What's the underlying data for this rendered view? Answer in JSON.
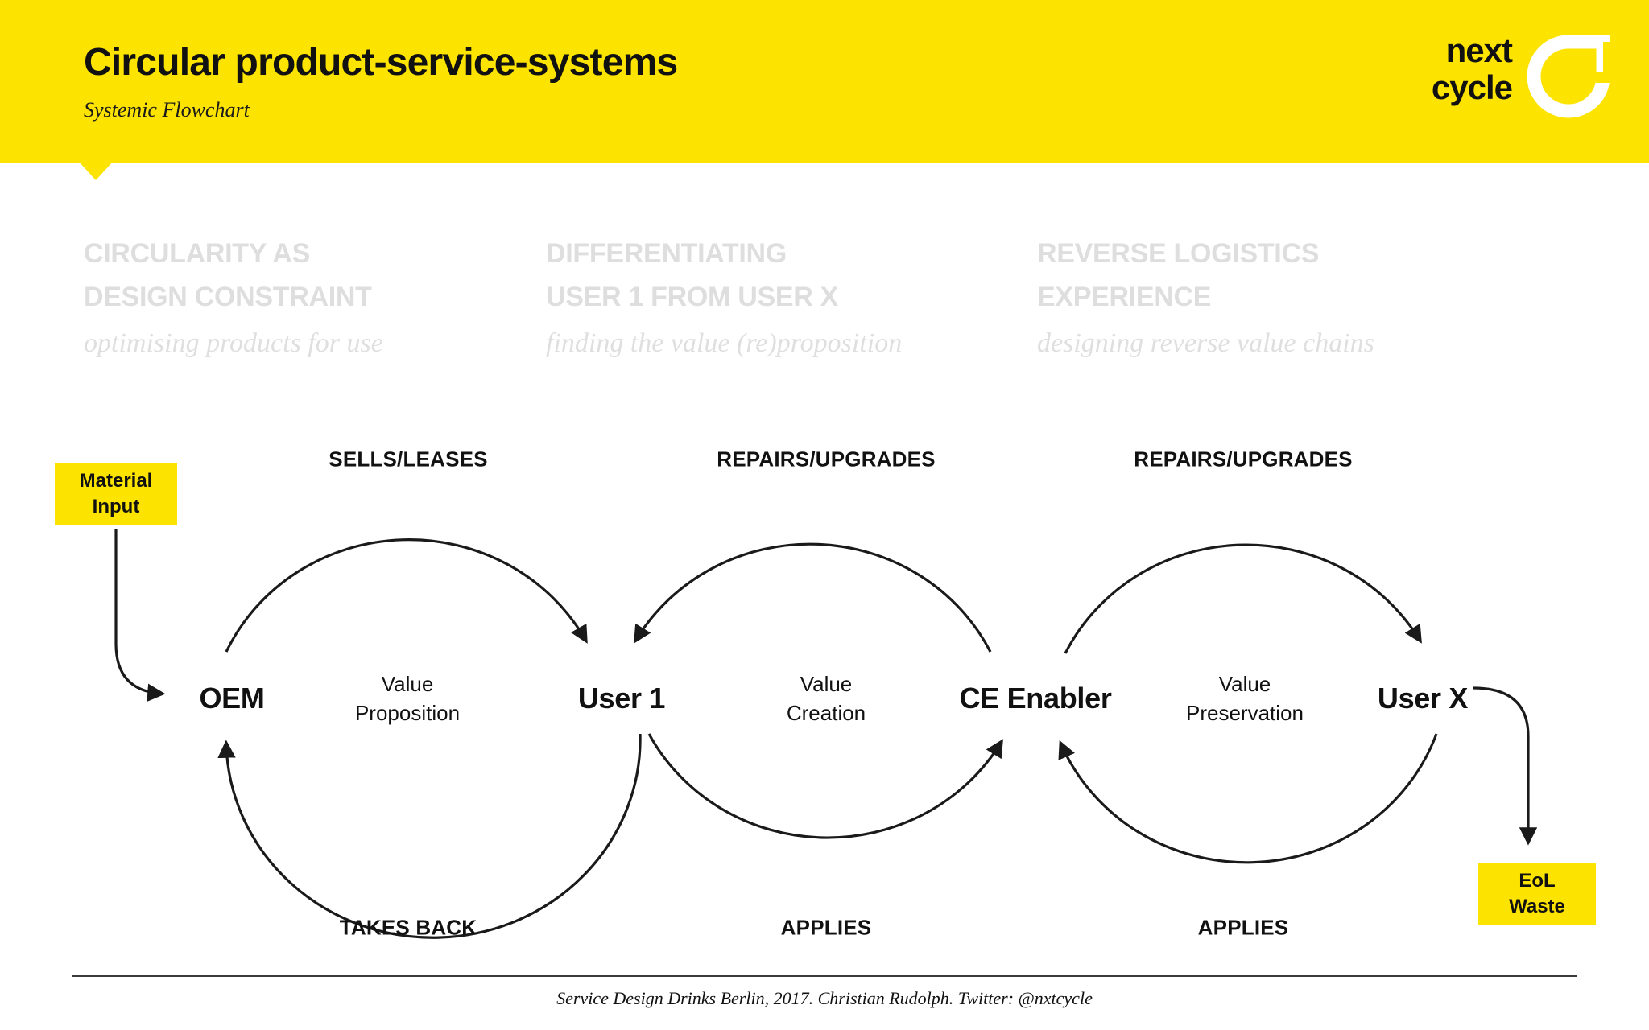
{
  "header": {
    "title": "Circular product-service-systems",
    "subtitle": "Systemic Flowchart",
    "background_color": "#FCE300",
    "logo": {
      "line1": "next",
      "line2": "cycle",
      "mark_name": "cycle-mark-icon",
      "mark_color": "#FFFFFF"
    }
  },
  "columns": [
    {
      "title": "CIRCULARITY AS\nDESIGN CONSTRAINT",
      "subtitle": "optimising products for use"
    },
    {
      "title": "DIFFERENTIATING\nUSER 1 FROM USER X",
      "subtitle": "finding the value (re)proposition"
    },
    {
      "title": "REVERSE LOGISTICS\nEXPERIENCE",
      "subtitle": "designing reverse value chains"
    }
  ],
  "diagram": {
    "nodes": [
      {
        "id": "oem",
        "label": "OEM"
      },
      {
        "id": "user1",
        "label": "User 1"
      },
      {
        "id": "ce",
        "label": "CE Enabler"
      },
      {
        "id": "userx",
        "label": "User X"
      }
    ],
    "loops": [
      {
        "id": "loop1",
        "center_label": "Value\nProposition",
        "top_label": "SELLS/LEASES",
        "bottom_label": "TAKES BACK"
      },
      {
        "id": "loop2",
        "center_label": "Value\nCreation",
        "top_label": "REPAIRS/UPGRADES",
        "bottom_label": "APPLIES"
      },
      {
        "id": "loop3",
        "center_label": "Value\nPreservation",
        "top_label": "REPAIRS/UPGRADES",
        "bottom_label": "APPLIES"
      }
    ],
    "chips": [
      {
        "id": "material-input",
        "line1": "Material",
        "line2": "Input",
        "color": "#FCE300"
      },
      {
        "id": "eol-waste",
        "line1": "EoL",
        "line2": "Waste",
        "color": "#FCE300"
      }
    ]
  },
  "footer": {
    "credit": "Service Design Drinks Berlin, 2017. Christian Rudolph. Twitter: @nxtcycle"
  }
}
